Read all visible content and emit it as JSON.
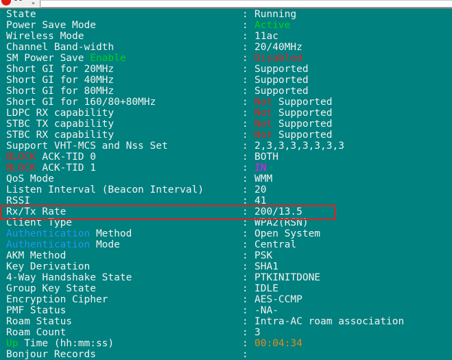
{
  "chrome": {
    "tab_icon": "record-red-icon",
    "overflow_icon": "chevron-double-icon",
    "address_value": ""
  },
  "terminal": {
    "background_color": "#00807f",
    "colors": {
      "white": "#f2f2f2",
      "green": "#00d21e",
      "red": "#e8201c",
      "blue": "#2196f3",
      "magenta": "#f216f2",
      "orange": "#e08a1e"
    },
    "separator": ":",
    "highlight": {
      "color": "#e8201c",
      "row_label": "Rx/Tx Rate"
    },
    "rows": [
      {
        "label": "State",
        "label_color": "white",
        "value": "Running",
        "value_color": "white"
      },
      {
        "label": "Power Save Mode",
        "label_color": "white",
        "value": "Active",
        "value_color": "green"
      },
      {
        "label": "Wireless Mode",
        "label_color": "white",
        "value": "11ac",
        "value_color": "white"
      },
      {
        "label": "Channel Band-width",
        "label_color": "white",
        "value": "20/40MHz",
        "value_color": "white"
      },
      {
        "label": "SM Power Save Enable",
        "label_color": "split-green-tail",
        "label_plain": "SM Power Save ",
        "label_accent": "Enable",
        "value": "Disabled",
        "value_color": "red"
      },
      {
        "label": "Short GI for 20MHz",
        "label_color": "white",
        "value": "Supported",
        "value_color": "white"
      },
      {
        "label": "Short GI for 40MHz",
        "label_color": "white",
        "value": "Supported",
        "value_color": "white"
      },
      {
        "label": "Short GI for 80MHz",
        "label_color": "white",
        "value": "Supported",
        "value_color": "white"
      },
      {
        "label": "Short GI for 160/80+80MHz",
        "label_color": "white",
        "value_prefix": "Not",
        "value_prefix_color": "red",
        "value": " Supported",
        "value_color": "white"
      },
      {
        "label": "LDPC RX capability",
        "label_color": "white",
        "value_prefix": "Not",
        "value_prefix_color": "red",
        "value": " Supported",
        "value_color": "white"
      },
      {
        "label": "STBC TX capability",
        "label_color": "white",
        "value_prefix": "Not",
        "value_prefix_color": "red",
        "value": " Supported",
        "value_color": "white"
      },
      {
        "label": "STBC RX capability",
        "label_color": "white",
        "value_prefix": "Not",
        "value_prefix_color": "red",
        "value": " Supported",
        "value_color": "white"
      },
      {
        "label": "Support VHT-MCS and Nss Set",
        "label_color": "white",
        "value": "2,3,3,3,3,3,3,3",
        "value_color": "white"
      },
      {
        "label": "BLOCK ACK-TID 0",
        "label_color": "split-red-head",
        "label_accent": "BLOCK",
        "label_plain": " ACK-TID 0",
        "value": "BOTH",
        "value_color": "white"
      },
      {
        "label": "BLOCK ACK-TID 1",
        "label_color": "split-red-head",
        "label_accent": "BLOCK",
        "label_plain": " ACK-TID 1",
        "value": "IN",
        "value_color": "magenta"
      },
      {
        "label": "QoS Mode",
        "label_color": "white",
        "value": "WMM",
        "value_color": "white"
      },
      {
        "label": "Listen Interval (Beacon Interval)",
        "label_color": "white",
        "value": "20",
        "value_color": "white"
      },
      {
        "label": "RSSI",
        "label_color": "white",
        "value": "41",
        "value_color": "white"
      },
      {
        "label": "Rx/Tx Rate",
        "label_color": "white",
        "value": "200/13.5",
        "value_color": "white"
      },
      {
        "label": "Client Type",
        "label_color": "white",
        "value": "WPA2(RSN)",
        "value_color": "white"
      },
      {
        "label": "Authentication Method",
        "label_color": "split-blue-head",
        "label_accent": "Authentication",
        "label_plain": " Method",
        "value": "Open System",
        "value_color": "white"
      },
      {
        "label": "Authentication Mode",
        "label_color": "split-blue-head",
        "label_accent": "Authentication",
        "label_plain": " Mode",
        "value": "Central",
        "value_color": "white"
      },
      {
        "label": "AKM Method",
        "label_color": "white",
        "value": "PSK",
        "value_color": "white"
      },
      {
        "label": "Key Derivation",
        "label_color": "white",
        "value": "SHA1",
        "value_color": "white"
      },
      {
        "label": "4-Way Handshake State",
        "label_color": "white",
        "value": "PTKINITDONE",
        "value_color": "white"
      },
      {
        "label": "Group Key State",
        "label_color": "white",
        "value": "IDLE",
        "value_color": "white"
      },
      {
        "label": "Encryption Cipher",
        "label_color": "white",
        "value": "AES-CCMP",
        "value_color": "white"
      },
      {
        "label": "PMF Status",
        "label_color": "white",
        "value": "-NA-",
        "value_color": "white"
      },
      {
        "label": "Roam Status",
        "label_color": "white",
        "value": "Intra-AC roam association",
        "value_color": "white"
      },
      {
        "label": "Roam Count",
        "label_color": "white",
        "value": "3",
        "value_color": "white"
      },
      {
        "label": "Up Time (hh:mm:ss)",
        "label_color": "split-green-head",
        "label_accent": "Up",
        "label_plain": " Time (hh:mm:ss)",
        "value": "00:04:34",
        "value_color": "orange"
      },
      {
        "label": "Bonjour Records",
        "label_color": "white",
        "value": "",
        "value_color": "white"
      }
    ]
  }
}
